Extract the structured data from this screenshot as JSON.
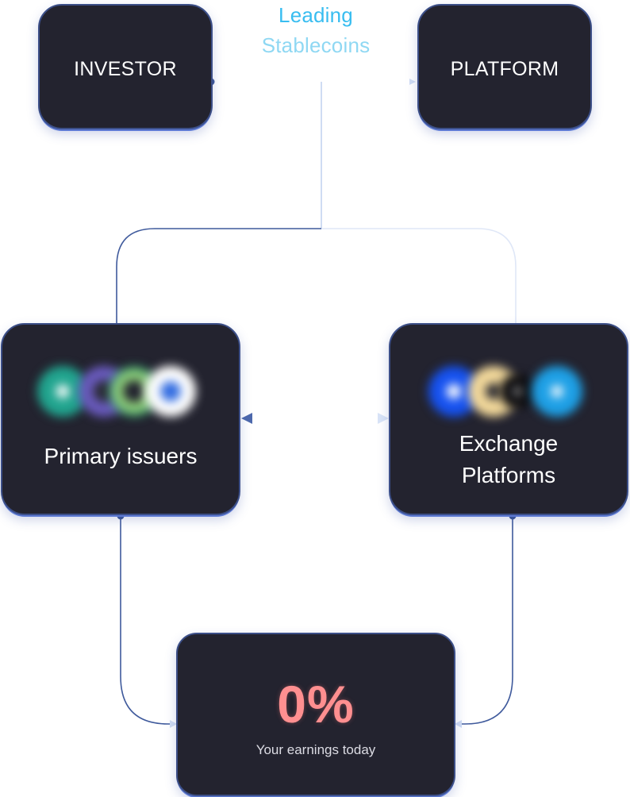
{
  "header": {
    "title_line_1": "Leading",
    "title_line_2": "Stablecoins"
  },
  "nodes": {
    "investor": "INVESTOR",
    "platform": "PLATFORM",
    "primary_issuers": "Primary issuers",
    "exchange_line_1": "Exchange",
    "exchange_line_2": "Platforms"
  },
  "earnings": {
    "value": "0%",
    "caption": "Your earnings today"
  },
  "colors": {
    "node_bg": "#23232f",
    "node_border": "#3c4f88",
    "connector": "#3b5596",
    "connector_light": "#c9d8f3",
    "title_accent": "#38bdf0",
    "earnings_accent": "#ff8f90"
  }
}
